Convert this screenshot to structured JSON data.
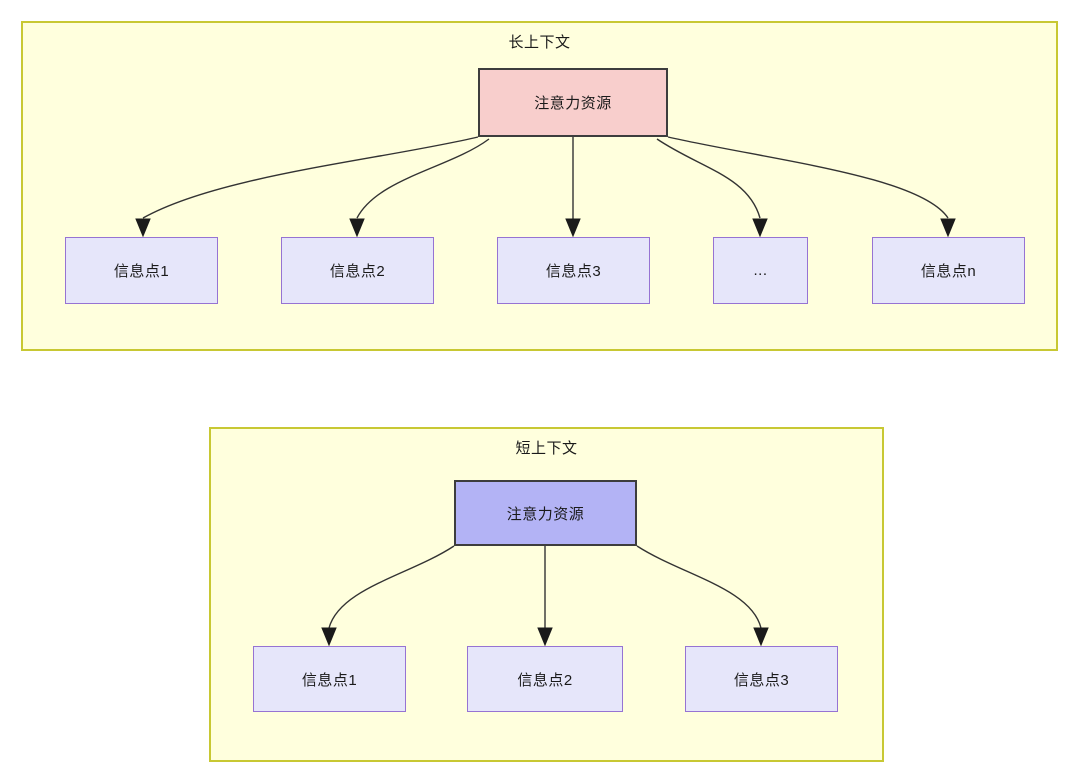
{
  "diagram": {
    "title_note": "attention-resource-distribution",
    "colors": {
      "container_fill": "#ffffdd",
      "container_border": "#c8c833",
      "attention_long_fill": "#f8cecc",
      "attention_short_fill": "#b3b3f5",
      "node_fill": "#e6e6fa",
      "node_border": "#9673d3",
      "edge": "#333333"
    },
    "groups": [
      {
        "id": "long-context",
        "title": "长上下文",
        "source": {
          "label": "注意力资源"
        },
        "targets": [
          {
            "label": "信息点1"
          },
          {
            "label": "信息点2"
          },
          {
            "label": "信息点3"
          },
          {
            "label": "..."
          },
          {
            "label": "信息点n"
          }
        ]
      },
      {
        "id": "short-context",
        "title": "短上下文",
        "source": {
          "label": "注意力资源"
        },
        "targets": [
          {
            "label": "信息点1"
          },
          {
            "label": "信息点2"
          },
          {
            "label": "信息点3"
          }
        ]
      }
    ]
  }
}
